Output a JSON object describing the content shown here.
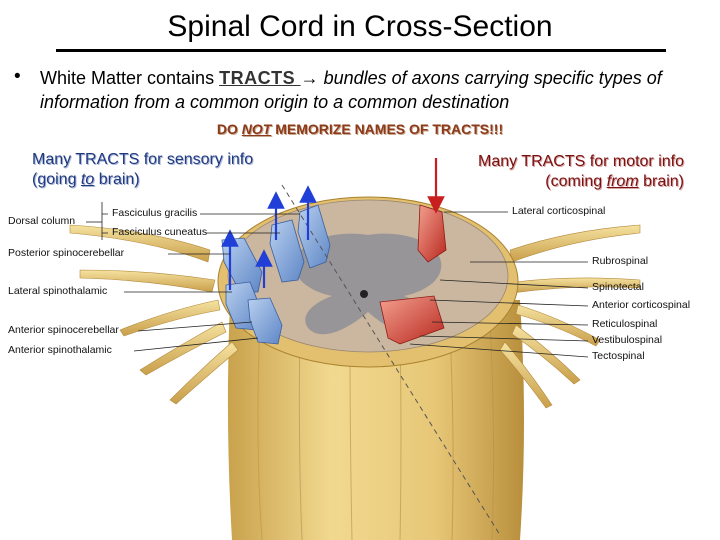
{
  "title": "Spinal Cord in Cross-Section",
  "bullet": {
    "marker": "•",
    "lead": "White Matter contains ",
    "keyword": "TRACTS ",
    "arrow": "→",
    "rest": " bundles of axons carrying specific types of information from a common origin to a common destination"
  },
  "warning": {
    "pre": "DO ",
    "em": "NOT",
    "post": " MEMORIZE NAMES OF TRACTS!!!"
  },
  "sensory": {
    "line1": "Many TRACTS for sensory info",
    "line2_pre": "(going ",
    "line2_em": "to",
    "line2_post": " brain)"
  },
  "motor": {
    "line1": "Many TRACTS for motor info",
    "line2_pre": "(coming ",
    "line2_em": "from",
    "line2_post": " brain)"
  },
  "left_labels": [
    "Dorsal column",
    "Fasciculus gracilis",
    "Fasciculus cuneatus",
    "Posterior spinocerebellar",
    "Lateral spinothalamic",
    "Anterior spinocerebellar",
    "Anterior spinothalamic"
  ],
  "right_labels": [
    "Lateral corticospinal",
    "Rubrospinal",
    "Spinotectal",
    "Anterior corticospinal",
    "Reticulospinal",
    "Vestibulospinal",
    "Tectospinal"
  ],
  "colors": {
    "sensory_tract": "#7fa6d9",
    "motor_tract": "#d9473a",
    "arrow_blue": "#1f3fd8",
    "arrow_red": "#c81e1e",
    "cord": "#e7c777"
  }
}
